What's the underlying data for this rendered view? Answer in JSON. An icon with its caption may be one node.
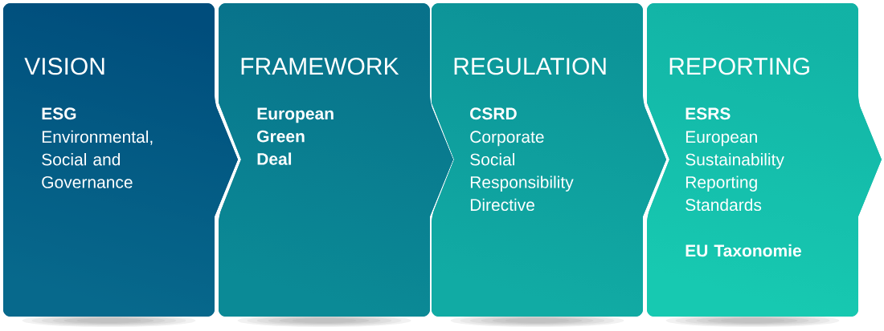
{
  "diagram": {
    "nodes": [
      {
        "text": [
          "VISION",
          "ESG",
          "Environmental, Social and Governance"
        ]
      },
      {
        "text": [
          "FRAMEWORK",
          "European Green Deal"
        ]
      },
      {
        "text": [
          "REGULATION",
          "CSRD",
          "Corporate Social Responsibility Directive"
        ]
      },
      {
        "text": [
          "REPORTING",
          "ESRS",
          "European Sustainability Reporting Standards",
          "EU Taxonomie"
        ]
      }
    ]
  }
}
